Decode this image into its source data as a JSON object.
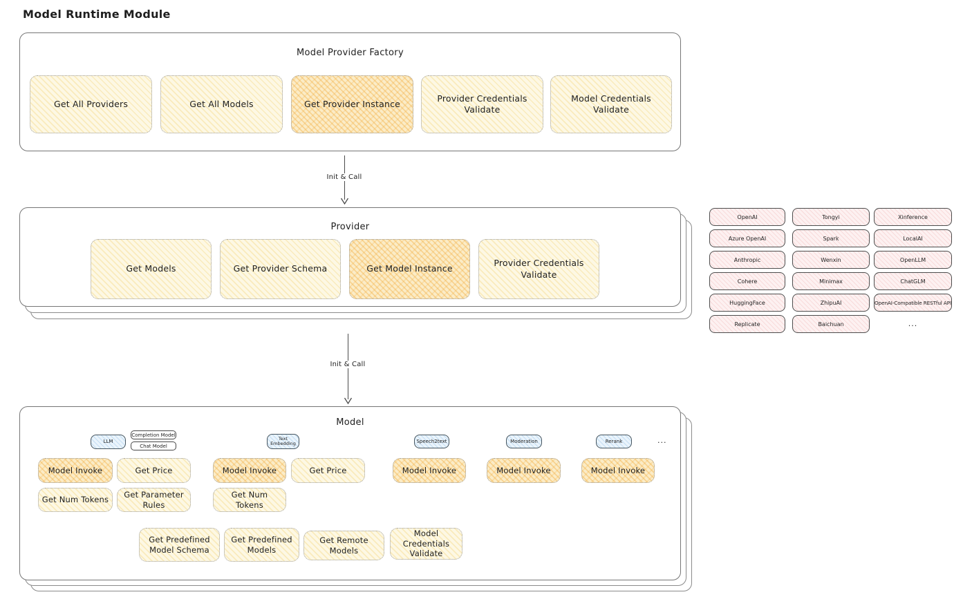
{
  "title": "Model Runtime Module",
  "arrows": {
    "top": "Init & Call",
    "bottom": "Init & Call"
  },
  "factory": {
    "title": "Model Provider Factory",
    "ops": [
      "Get All Providers",
      "Get All Models",
      "Get Provider Instance",
      "Provider Credentials Validate",
      "Model Credentials Validate"
    ]
  },
  "provider": {
    "title": "Provider",
    "ops": [
      "Get Models",
      "Get Provider Schema",
      "Get Model Instance",
      "Provider Credentials Validate"
    ]
  },
  "provider_list": {
    "col1": [
      "OpenAI",
      "Azure OpenAI",
      "Anthropic",
      "Cohere",
      "HuggingFace",
      "Replicate"
    ],
    "col2": [
      "Tongyi",
      "Spark",
      "Wenxin",
      "Minimax",
      "ZhipuAI",
      "Baichuan"
    ],
    "col3": [
      "Xinference",
      "LocalAI",
      "OpenLLM",
      "ChatGLM",
      "OpenAI-Compatible RESTful API"
    ],
    "more": "..."
  },
  "model": {
    "title": "Model",
    "types": {
      "llm": "LLM",
      "completion": "Completion Model",
      "chat": "Chat Model",
      "embedding": "Text Embedding",
      "speech2text": "Speech2text",
      "moderation": "Moderation",
      "rerank": "Rerank",
      "more": "..."
    },
    "ops": {
      "model_invoke": "Model Invoke",
      "get_price": "Get Price",
      "get_num_tokens": "Get Num Tokens",
      "get_parameter_rules": "Get Parameter Rules"
    },
    "bottom_ops": [
      "Get Predefined Model Schema",
      "Get Predefined Models",
      "Get Remote Models",
      "Model Credentials Validate"
    ]
  },
  "colors": {
    "ink": "#1e1e1e",
    "yellow_fill": "#fdf8e4",
    "orange_fill": "#fbecc7",
    "blue_fill": "#eaf4fc",
    "pink_fill": "#fdf1f1",
    "border_gray": "#757575"
  }
}
